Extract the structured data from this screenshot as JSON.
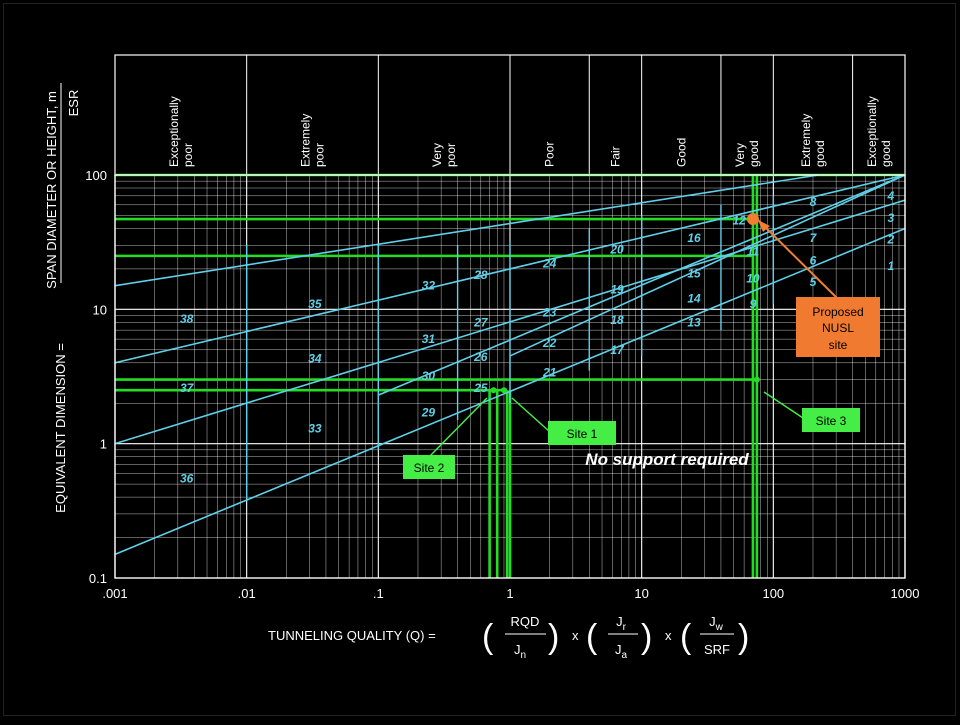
{
  "chart_data": {
    "type": "line",
    "title": "",
    "xlabel": "TUNNELING QUALITY (Q) =",
    "ylabel": "EQUIVALENT DIMENSION =",
    "ylabel_fraction": {
      "numerator": "SPAN DIAMETER OR HEIGHT, m",
      "denominator": "ESR"
    },
    "x_scale": "log",
    "y_scale": "log",
    "xlim": [
      0.001,
      1000
    ],
    "ylim": [
      0.1,
      100
    ],
    "x_ticks": [
      {
        "value": 0.001,
        "label": ".001"
      },
      {
        "value": 0.01,
        "label": ".01"
      },
      {
        "value": 0.1,
        "label": ".1"
      },
      {
        "value": 1,
        "label": "1"
      },
      {
        "value": 10,
        "label": "10"
      },
      {
        "value": 100,
        "label": "100"
      },
      {
        "value": 1000,
        "label": "1000"
      }
    ],
    "y_ticks": [
      {
        "value": 0.1,
        "label": "0.1"
      },
      {
        "value": 1,
        "label": "1"
      },
      {
        "value": 10,
        "label": "10"
      },
      {
        "value": 100,
        "label": "100"
      }
    ],
    "grid": true,
    "colors": {
      "background": "#000000",
      "grid": "#ffffff",
      "boundary": "#5fd0e8",
      "site": "#22dd22",
      "proposed": "#f08030",
      "callout_fill": "#44ee44",
      "proposed_fill": "#f07a30"
    },
    "rock_classes": [
      {
        "label": "Exceptionally poor",
        "from": 0.001,
        "to": 0.01
      },
      {
        "label": "Extremely poor",
        "from": 0.01,
        "to": 0.1
      },
      {
        "label": "Very poor",
        "from": 0.1,
        "to": 1
      },
      {
        "label": "Poor",
        "from": 1,
        "to": 4
      },
      {
        "label": "Fair",
        "from": 4,
        "to": 10
      },
      {
        "label": "Good",
        "from": 10,
        "to": 40
      },
      {
        "label": "Very good",
        "from": 40,
        "to": 100
      },
      {
        "label": "Extremely good",
        "from": 100,
        "to": 400
      },
      {
        "label": "Exceptionally good",
        "from": 400,
        "to": 1000
      }
    ],
    "boundary_lines": [
      {
        "x": [
          0.001,
          1000
        ],
        "y": [
          0.15,
          40
        ]
      },
      {
        "x": [
          0.001,
          1000
        ],
        "y": [
          1.0,
          65
        ]
      },
      {
        "x": [
          0.001,
          1000
        ],
        "y": [
          4.0,
          100
        ]
      },
      {
        "x": [
          0.001,
          220
        ],
        "y": [
          15,
          100
        ]
      },
      {
        "x": [
          0.1,
          1000
        ],
        "y": [
          2.3,
          100
        ]
      },
      {
        "x": [
          1,
          1000
        ],
        "y": [
          4.5,
          100
        ]
      }
    ],
    "boundary_verticals": [
      {
        "x": 0.01,
        "y": [
          0.38,
          30
        ]
      },
      {
        "x": 0.1,
        "y": [
          0.9,
          30
        ]
      },
      {
        "x": 0.4,
        "y": [
          1.5,
          30
        ]
      },
      {
        "x": 1,
        "y": [
          2.0,
          32
        ]
      },
      {
        "x": 4,
        "y": [
          3.5,
          40
        ]
      },
      {
        "x": 10,
        "y": [
          4.5,
          50
        ]
      },
      {
        "x": 40,
        "y": [
          7,
          60
        ]
      },
      {
        "x": 100,
        "y": [
          11,
          70
        ]
      }
    ],
    "region_labels": [
      {
        "label": "1",
        "x": 780,
        "y": 21
      },
      {
        "label": "2",
        "x": 780,
        "y": 33
      },
      {
        "label": "3",
        "x": 780,
        "y": 48
      },
      {
        "label": "4",
        "x": 780,
        "y": 70
      },
      {
        "label": "5",
        "x": 200,
        "y": 16
      },
      {
        "label": "6",
        "x": 200,
        "y": 23
      },
      {
        "label": "7",
        "x": 200,
        "y": 34
      },
      {
        "label": "8",
        "x": 200,
        "y": 63
      },
      {
        "label": "9",
        "x": 70,
        "y": 11
      },
      {
        "label": "10",
        "x": 70,
        "y": 17
      },
      {
        "label": "11",
        "x": 70,
        "y": 27
      },
      {
        "label": "12",
        "x": 55,
        "y": 46
      },
      {
        "label": "13",
        "x": 25,
        "y": 8
      },
      {
        "label": "14",
        "x": 25,
        "y": 12
      },
      {
        "label": "15",
        "x": 25,
        "y": 18.5
      },
      {
        "label": "16",
        "x": 25,
        "y": 34
      },
      {
        "label": "17",
        "x": 6.5,
        "y": 5
      },
      {
        "label": "18",
        "x": 6.5,
        "y": 8.3
      },
      {
        "label": "19",
        "x": 6.5,
        "y": 14
      },
      {
        "label": "20",
        "x": 6.5,
        "y": 28
      },
      {
        "label": "21",
        "x": 2,
        "y": 3.4
      },
      {
        "label": "22",
        "x": 2,
        "y": 5.6
      },
      {
        "label": "23",
        "x": 2,
        "y": 9.5
      },
      {
        "label": "24",
        "x": 2,
        "y": 22
      },
      {
        "label": "25",
        "x": 0.6,
        "y": 2.6
      },
      {
        "label": "26",
        "x": 0.6,
        "y": 4.4
      },
      {
        "label": "27",
        "x": 0.6,
        "y": 8
      },
      {
        "label": "28",
        "x": 0.6,
        "y": 18
      },
      {
        "label": "29",
        "x": 0.24,
        "y": 1.7
      },
      {
        "label": "30",
        "x": 0.24,
        "y": 3.2
      },
      {
        "label": "31",
        "x": 0.24,
        "y": 6
      },
      {
        "label": "32",
        "x": 0.24,
        "y": 15
      },
      {
        "label": "33",
        "x": 0.033,
        "y": 1.3
      },
      {
        "label": "34",
        "x": 0.033,
        "y": 4.3
      },
      {
        "label": "35",
        "x": 0.033,
        "y": 11
      },
      {
        "label": "36",
        "x": 0.0035,
        "y": 0.55
      },
      {
        "label": "37",
        "x": 0.0035,
        "y": 2.6
      },
      {
        "label": "38",
        "x": 0.0035,
        "y": 8.5
      }
    ],
    "green_guides": {
      "horizontal": [
        {
          "y": 100,
          "x": [
            0.001,
            1000
          ]
        },
        {
          "y": 47,
          "x": [
            0.001,
            70
          ]
        },
        {
          "y": 25,
          "x": [
            0.001,
            70
          ]
        },
        {
          "y": 3.0,
          "x": [
            0.001,
            75
          ]
        },
        {
          "y": 2.5,
          "x": [
            0.001,
            0.95
          ]
        }
      ],
      "vertical": [
        {
          "x": 0.7,
          "y": [
            0.1,
            2.5
          ]
        },
        {
          "x": 0.8,
          "y": [
            0.1,
            2.5
          ]
        },
        {
          "x": 0.95,
          "y": [
            0.1,
            2.5
          ]
        },
        {
          "x": 1.0,
          "y": [
            0.1,
            2.5
          ]
        },
        {
          "x": 70,
          "y": [
            0.1,
            100
          ]
        },
        {
          "x": 75,
          "y": [
            0.1,
            100
          ]
        }
      ]
    },
    "sites": [
      {
        "name": "Site 1",
        "x": 0.9,
        "y": 2.5
      },
      {
        "name": "Site 2",
        "x": 0.75,
        "y": 2.5
      },
      {
        "name": "Site 3",
        "x": 75,
        "y": 3.0
      },
      {
        "name": "Proposed NUSL site",
        "x": 70,
        "y": 47
      }
    ],
    "annotations": {
      "site1": "Site 1",
      "site2": "Site 2",
      "site3": "Site 3",
      "proposed": [
        "Proposed",
        "NUSL",
        "site"
      ],
      "no_support": "No support required"
    },
    "formula": {
      "f1_num": "RQD",
      "f1_den": "J",
      "f1_den_sub": "n",
      "f2_num": "J",
      "f2_num_sub": "r",
      "f2_den": "J",
      "f2_den_sub": "a",
      "f3_num": "J",
      "f3_num_sub": "w",
      "f3_den": "SRF",
      "times": "x"
    }
  }
}
